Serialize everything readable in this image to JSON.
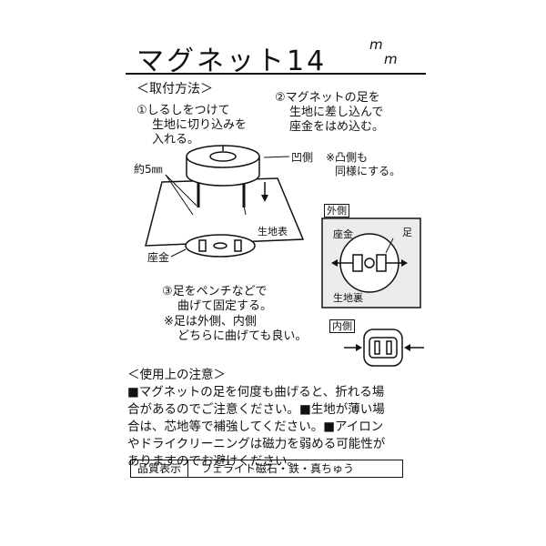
{
  "header": {
    "title": "マグネット14",
    "unit_top": "m",
    "unit_bottom": "m"
  },
  "section_title": "＜取付方法＞",
  "step1": {
    "lines": [
      "①しるしをつけて",
      "生地に切り込みを",
      "入れる。"
    ]
  },
  "step2": {
    "lines": [
      "②マグネットの足を",
      "生地に差し込んで",
      "座金をはめ込む。"
    ]
  },
  "step3": {
    "lines": [
      "③足をペンチなどで",
      "曲げて固定する。"
    ]
  },
  "step3_note": {
    "lines": [
      "※足は外側、内側",
      "どちらに曲げても良い。"
    ]
  },
  "diagram_labels": {
    "concave_side": "凹側",
    "convex_note_line1": "※凸側も",
    "convex_note_line2": "同様にする。",
    "approx_5mm": "約5㎜",
    "fabric_front": "生地表",
    "washer": "座金",
    "outer_side": "外側",
    "washer_inset": "座金",
    "leg": "足",
    "fabric_back": "生地裏",
    "inner_side": "内側"
  },
  "notes": {
    "title": "＜使用上の注意＞",
    "lines": [
      "■マグネットの足を何度も曲げると、折れる場",
      "合があるのでご注意ください。■生地が薄い場",
      "合は、芯地等で補強してください。■アイロン",
      "やドライクリーニングは磁力を弱める可能性が",
      "ありますのでお避けください。"
    ]
  },
  "quality": {
    "label": "品質表示",
    "value": "フェライト磁石・鉄・真ちゅう"
  }
}
